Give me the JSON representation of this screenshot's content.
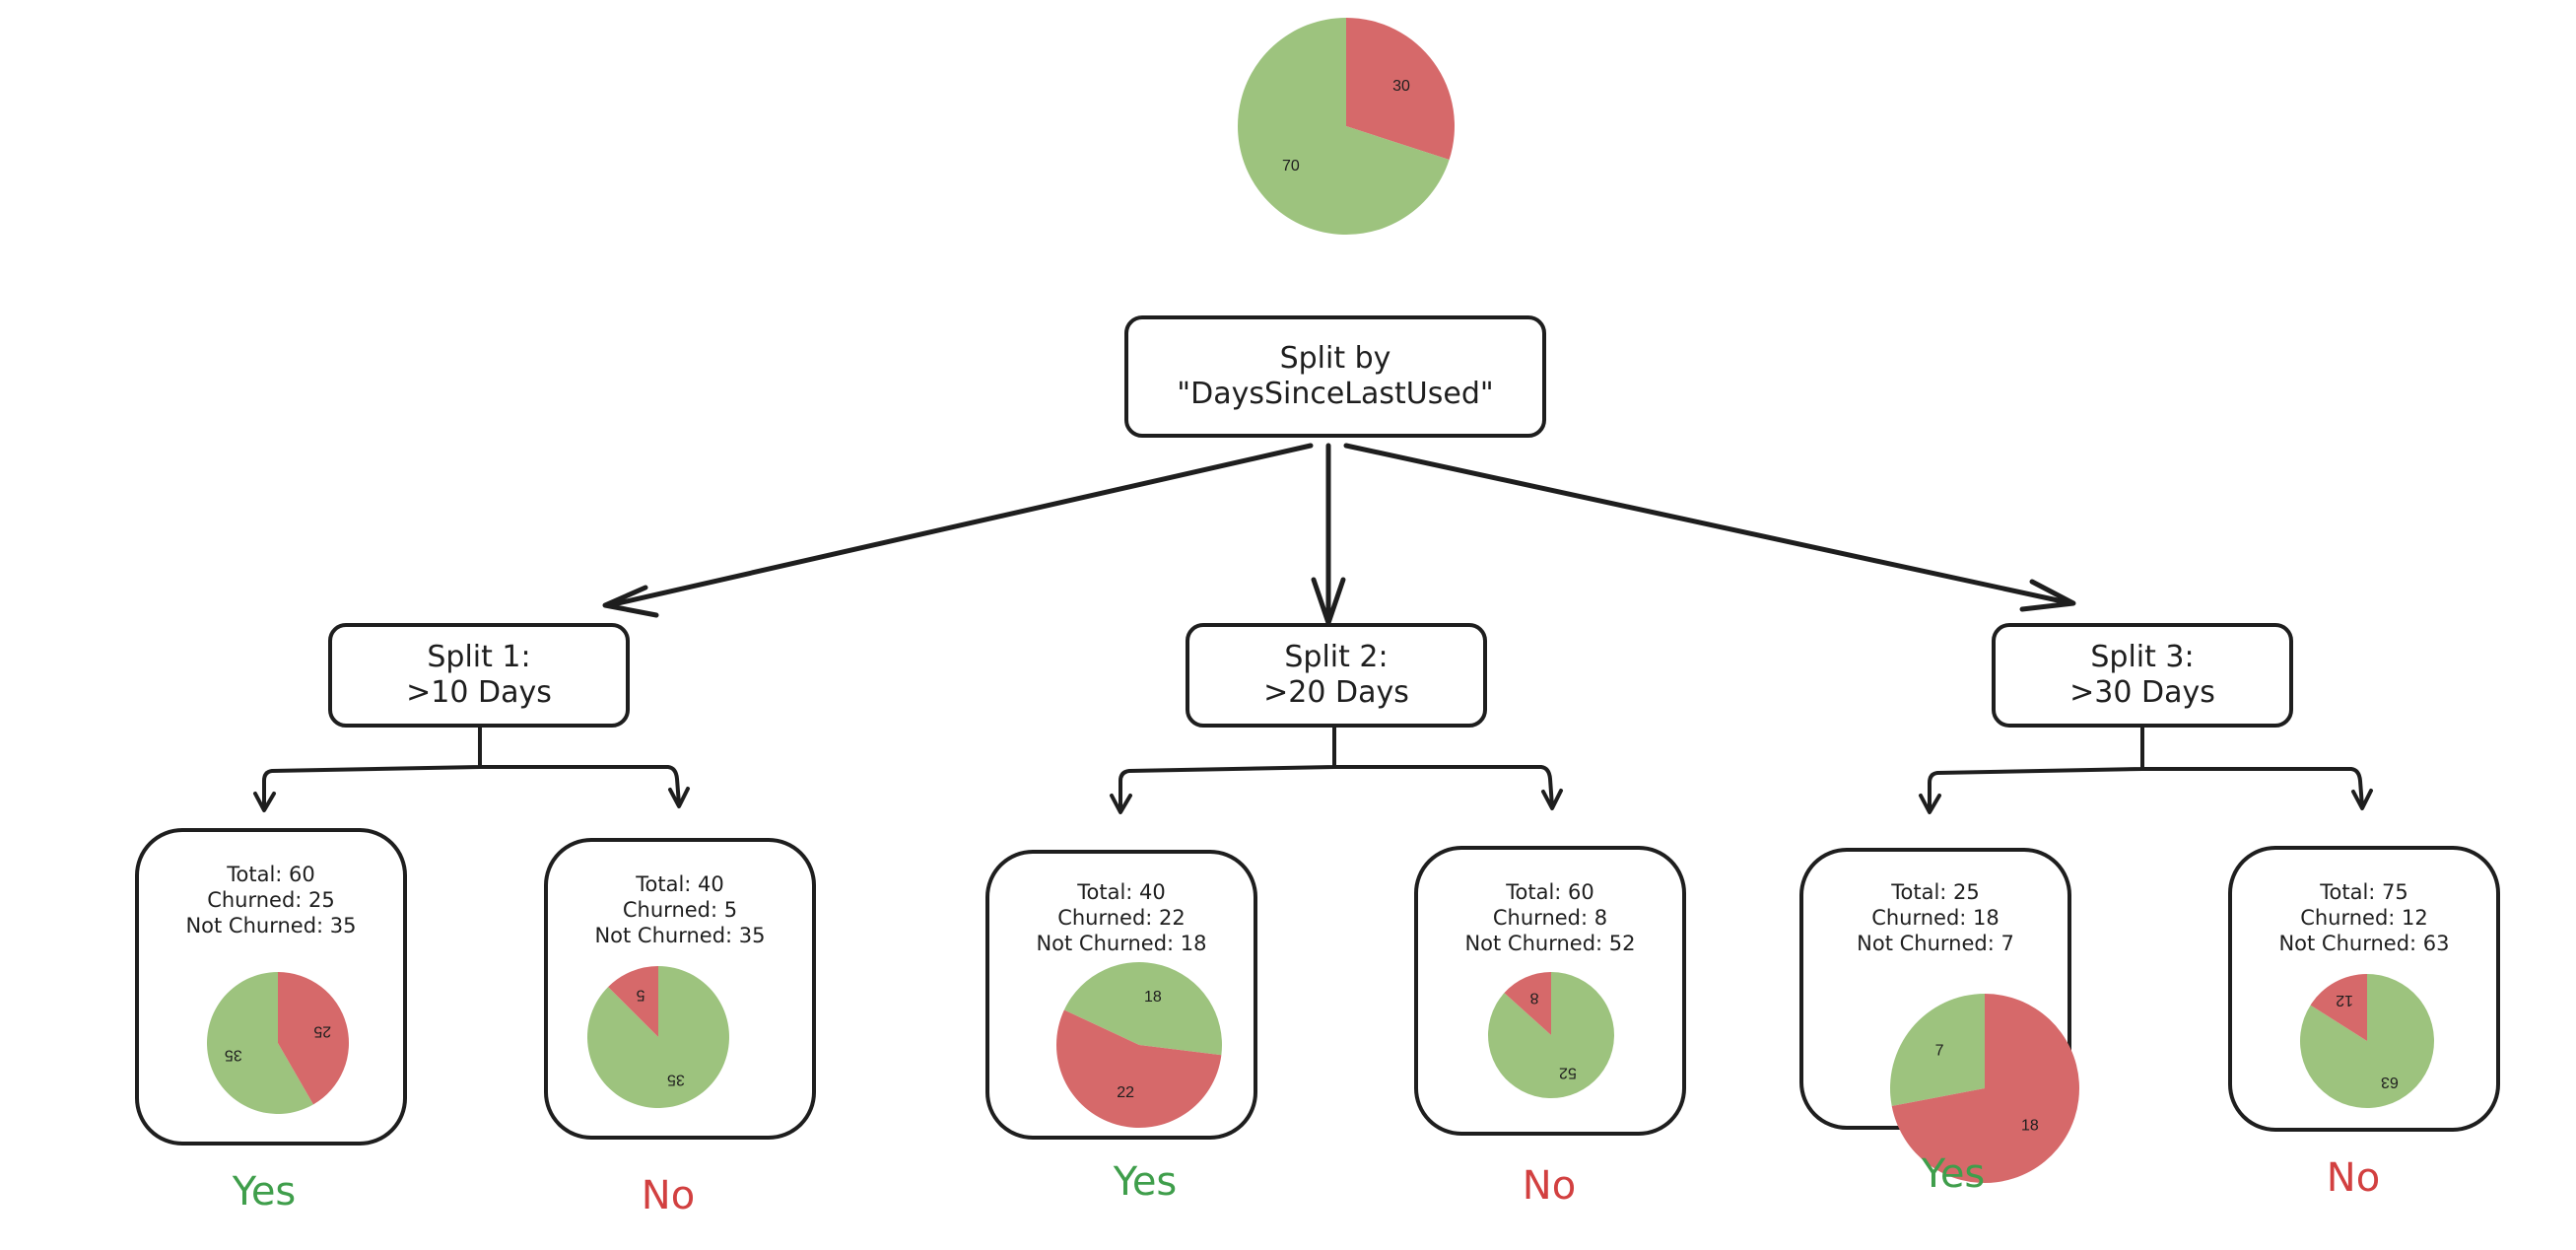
{
  "colors": {
    "churned": "#D6696A",
    "not_churned": "#9DC37E",
    "yes": "#3F9E4B",
    "no": "#D24040",
    "stroke": "#1E1E1E"
  },
  "root": {
    "pie": [
      {
        "label": "30",
        "value": 30,
        "color": "#D6696A"
      },
      {
        "label": "70",
        "value": 70,
        "color": "#9DC37E"
      }
    ],
    "title_line1": "Split by",
    "title_line2": "\"DaysSinceLastUsed\""
  },
  "splits": [
    {
      "line1": "Split 1:",
      "line2": ">10 Days",
      "yes": {
        "total": "Total: 60",
        "churned": "Churned: 25",
        "not_churned": "Not Churned: 35",
        "verdict": "Yes",
        "pie": [
          {
            "label": "35",
            "value": 35,
            "color": "#9DC37E"
          },
          {
            "label": "25",
            "value": 25,
            "color": "#D6696A"
          }
        ]
      },
      "no": {
        "total": "Total: 40",
        "churned": "Churned: 5",
        "not_churned": "Not Churned: 35",
        "verdict": "No",
        "pie": [
          {
            "label": "35",
            "value": 35,
            "color": "#9DC37E"
          },
          {
            "label": "5",
            "value": 5,
            "color": "#D6696A"
          }
        ]
      }
    },
    {
      "line1": "Split 2:",
      "line2": ">20 Days",
      "yes": {
        "total": "Total: 40",
        "churned": "Churned: 22",
        "not_churned": "Not Churned: 18",
        "verdict": "Yes",
        "pie": [
          {
            "label": "18",
            "value": 18,
            "color": "#9DC37E"
          },
          {
            "label": "22",
            "value": 22,
            "color": "#D6696A"
          }
        ]
      },
      "no": {
        "total": "Total: 60",
        "churned": "Churned: 8",
        "not_churned": "Not Churned: 52",
        "verdict": "No",
        "pie": [
          {
            "label": "52",
            "value": 52,
            "color": "#9DC37E"
          },
          {
            "label": "8",
            "value": 8,
            "color": "#D6696A"
          }
        ]
      }
    },
    {
      "line1": "Split 3:",
      "line2": ">30 Days",
      "yes": {
        "total": "Total: 25",
        "churned": "Churned: 18",
        "not_churned": "Not Churned: 7",
        "verdict": "Yes",
        "pie": [
          {
            "label": "7",
            "value": 7,
            "color": "#9DC37E"
          },
          {
            "label": "18",
            "value": 18,
            "color": "#D6696A"
          }
        ]
      },
      "no": {
        "total": "Total: 75",
        "churned": "Churned: 12",
        "not_churned": "Not Churned: 63",
        "verdict": "No",
        "pie": [
          {
            "label": "63",
            "value": 63,
            "color": "#9DC37E"
          },
          {
            "label": "12",
            "value": 12,
            "color": "#D6696A"
          }
        ]
      }
    }
  ]
}
